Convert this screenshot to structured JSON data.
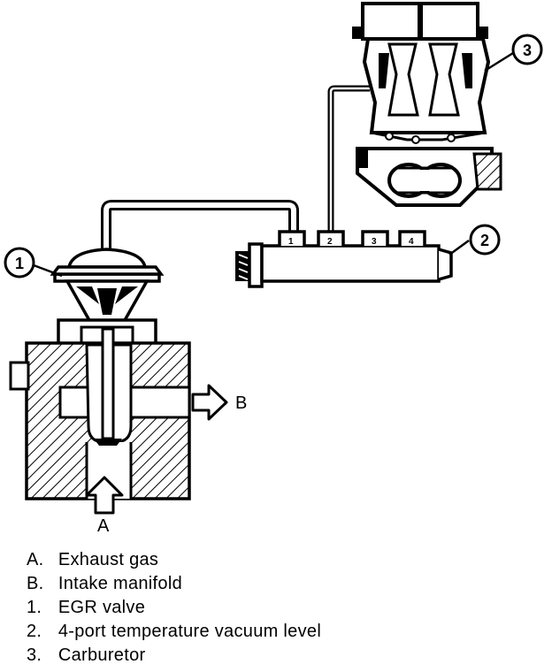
{
  "callouts": {
    "egr_valve": "1",
    "vacuum_valve": "2",
    "carburetor": "3"
  },
  "flow_labels": {
    "a": "A",
    "b": "B"
  },
  "port_numbers": [
    "1",
    "2",
    "3",
    "4"
  ],
  "legend": [
    {
      "key": "A.",
      "text": "Exhaust gas"
    },
    {
      "key": "B.",
      "text": "Intake manifold"
    },
    {
      "key": "1.",
      "text": "EGR valve"
    },
    {
      "key": "2.",
      "text": "4-port temperature vacuum level"
    },
    {
      "key": "3.",
      "text": "Carburetor"
    }
  ]
}
